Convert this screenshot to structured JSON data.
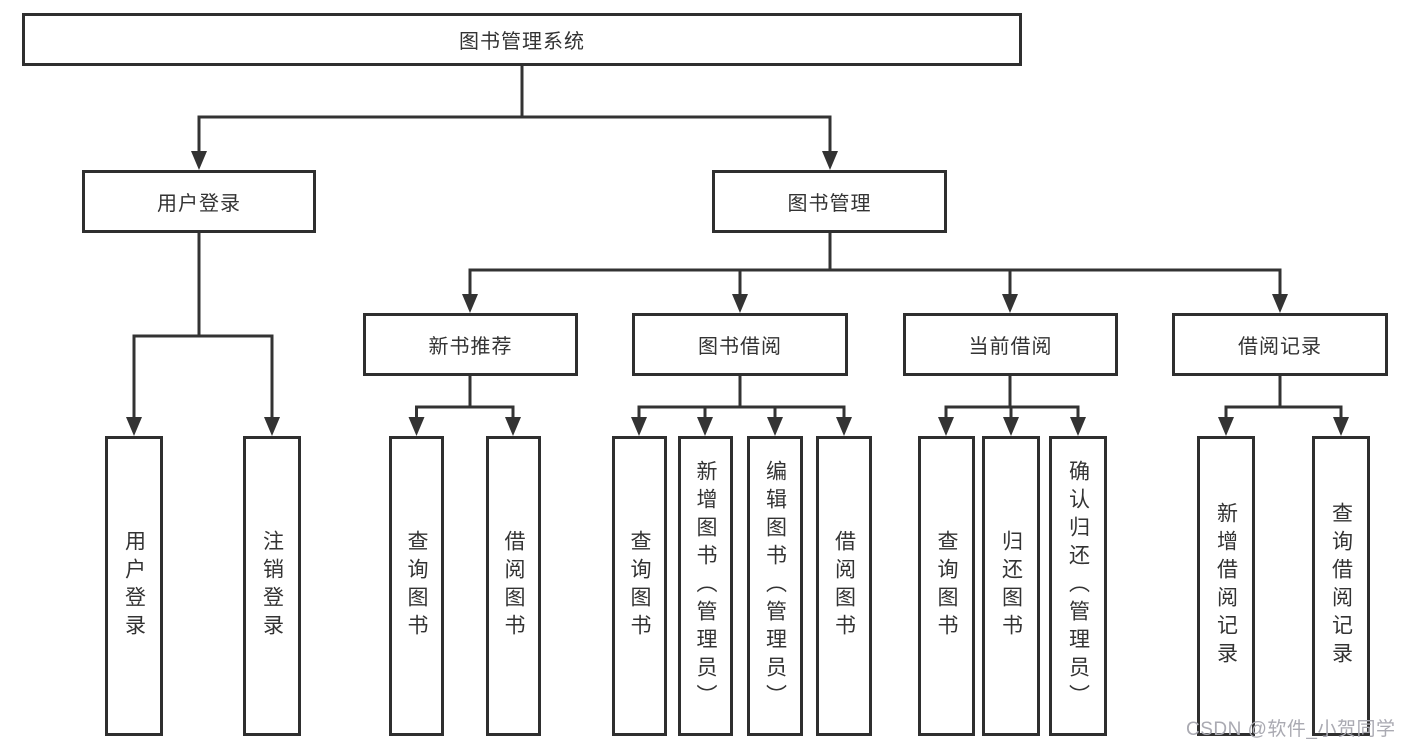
{
  "diagram": {
    "title": "图书管理系统",
    "colors": {
      "background": "#ffffff",
      "line": "#333333",
      "box_border": "#2f2f2f",
      "text": "#333333",
      "watermark_text": "#aaaab2"
    }
  },
  "tree": {
    "label": "图书管理系统",
    "children": [
      {
        "label": "用户登录",
        "children": [
          {
            "label": "用户登录"
          },
          {
            "label": "注销登录"
          }
        ]
      },
      {
        "label": "图书管理",
        "children": [
          {
            "label": "新书推荐",
            "children": [
              {
                "label": "查询图书"
              },
              {
                "label": "借阅图书"
              }
            ]
          },
          {
            "label": "图书借阅",
            "children": [
              {
                "label": "查询图书"
              },
              {
                "label": "新增图书（管理员）"
              },
              {
                "label": "编辑图书（管理员）"
              },
              {
                "label": "借阅图书"
              }
            ]
          },
          {
            "label": "当前借阅",
            "children": [
              {
                "label": "查询图书"
              },
              {
                "label": "归还图书"
              },
              {
                "label": "确认归还（管理员）"
              }
            ]
          },
          {
            "label": "借阅记录",
            "children": [
              {
                "label": "新增借阅记录"
              },
              {
                "label": "查询借阅记录"
              }
            ]
          }
        ]
      }
    ]
  },
  "watermark": {
    "text": "CSDN @软件_小贺同学"
  }
}
